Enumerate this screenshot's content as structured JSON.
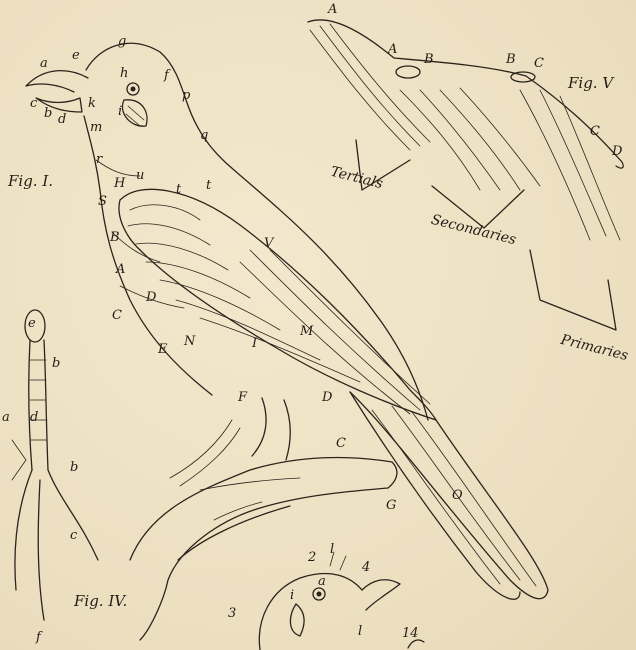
{
  "figures": {
    "fig1": "Fig. I.",
    "fig4": "Fig. IV.",
    "fig5": "Fig. V"
  },
  "wing_regions": {
    "tertials": "Tertials",
    "secondaries": "Secondaries",
    "primaries": "Primaries"
  },
  "wing_letters": [
    "A",
    "A",
    "B",
    "B",
    "C",
    "C",
    "D"
  ],
  "bird_letters": [
    "a",
    "e",
    "g",
    "c",
    "b",
    "d",
    "k",
    "h",
    "i",
    "f",
    "p",
    "m",
    "q",
    "r",
    "u",
    "t",
    "t",
    "H",
    "S",
    "B",
    "A",
    "C",
    "D",
    "E",
    "N",
    "V",
    "M",
    "I",
    "F",
    "D",
    "C",
    "G",
    "O"
  ],
  "foot_letters": [
    "e",
    "b",
    "d",
    "a",
    "b",
    "c",
    "f"
  ],
  "head_letters": [
    "2",
    "l",
    "4",
    "a",
    "i",
    "3",
    "l",
    "14"
  ]
}
